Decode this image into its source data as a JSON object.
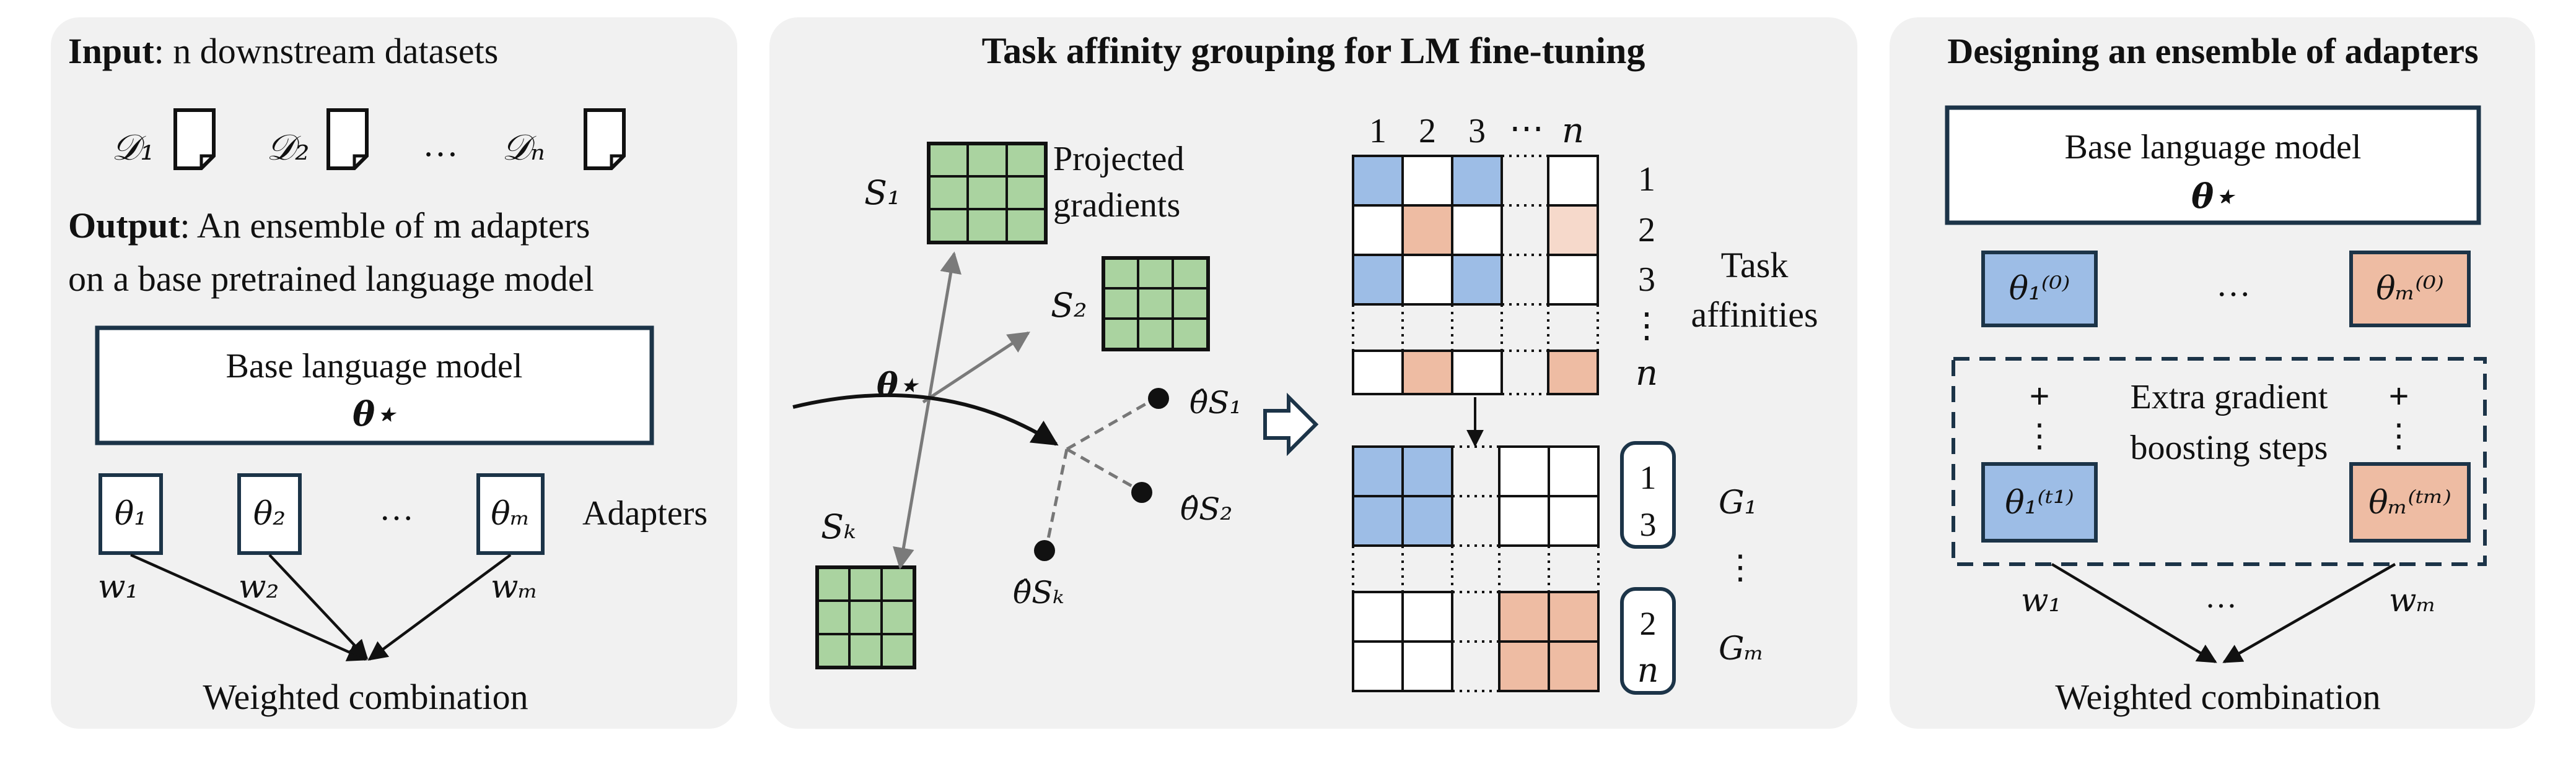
{
  "left_panel": {
    "input_label": "Input",
    "input_text": ": n downstream datasets",
    "datasets": [
      "𝒟₁",
      "𝒟₂",
      "…",
      "𝒟ₙ"
    ],
    "output_label": "Output",
    "output_text_1": ": An ensemble of m adapters",
    "output_text_2": "on a base pretrained language model",
    "base_model_label": "Base language model",
    "base_model_symbol": "θ⋆",
    "adapters": [
      "θ₁",
      "θ₂",
      "…",
      "θₘ"
    ],
    "adapters_label": "Adapters",
    "weights": [
      "w₁",
      "w₂",
      "wₘ"
    ],
    "combination_label": "Weighted combination"
  },
  "middle_panel": {
    "title": "Task affinity grouping for LM fine-tuning",
    "subspaces": [
      "S₁",
      "S₂",
      "Sₖ"
    ],
    "projected_label_1": "Projected",
    "projected_label_2": "gradients",
    "theta_star": "θ⋆",
    "theta_hats": [
      "θ̂S₁",
      "θ̂S₂",
      "θ̂Sₖ"
    ],
    "column_labels": [
      "1",
      "2",
      "3",
      "⋯",
      "n"
    ],
    "row_labels": [
      "1",
      "2",
      "3",
      "⋮",
      "n"
    ],
    "affinity_label_1": "Task",
    "affinity_label_2": "affinities",
    "group1_members": [
      "1",
      "3"
    ],
    "groupm_members": [
      "2",
      "n"
    ],
    "group_labels": [
      "G₁",
      "⋮",
      "Gₘ"
    ]
  },
  "right_panel": {
    "title": "Designing an ensemble of adapters",
    "base_model_label": "Base language model",
    "base_model_symbol": "θ⋆",
    "init_adapters": [
      "θ₁⁽⁰⁾",
      "…",
      "θₘ⁽⁰⁾"
    ],
    "plus": "+",
    "vdots": "⋮",
    "boost_label_1": "Extra gradient",
    "boost_label_2": "boosting steps",
    "boosted_adapters": [
      "θ₁⁽ᵗ¹⁾",
      "θₘ⁽ᵗᵐ⁾"
    ],
    "weights": [
      "w₁",
      "…",
      "wₘ"
    ],
    "combination_label": "Weighted combination"
  },
  "colors": {
    "blue": "#9dbde6",
    "orange": "#eebca3",
    "light_orange": "#f6d9cb",
    "green": "#aad3a0",
    "navy": "#1c3448",
    "panel": "#f1f1f1"
  }
}
